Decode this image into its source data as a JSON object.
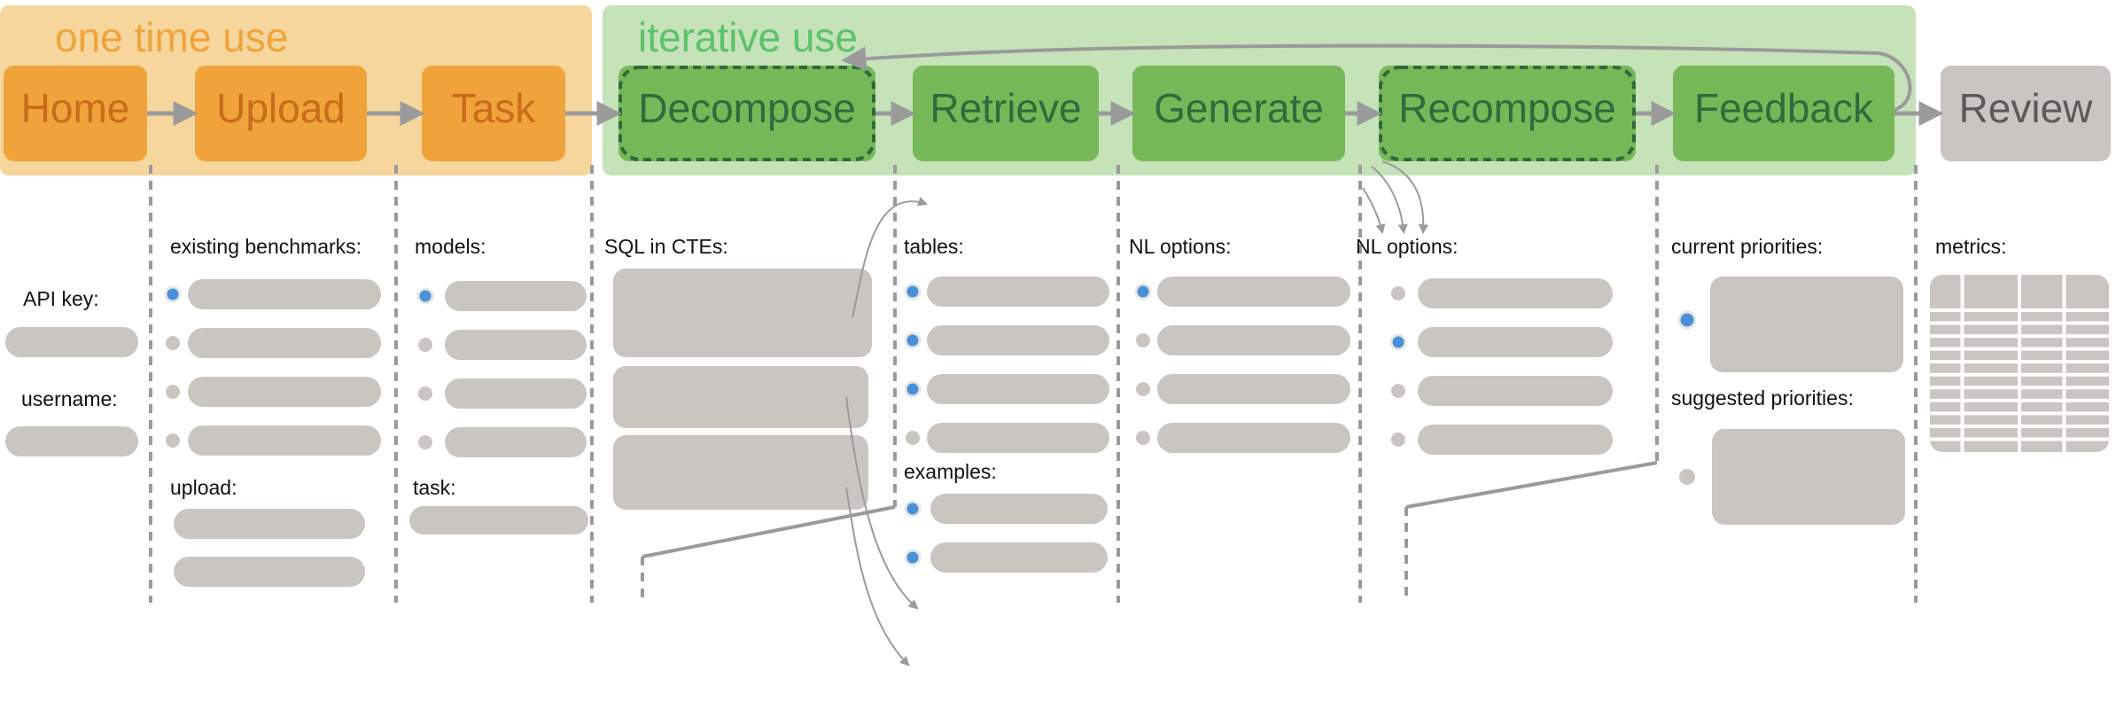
{
  "groups": {
    "one_time": {
      "label": "one time use",
      "color": "#F0A33A"
    },
    "iterative": {
      "label": "iterative use",
      "color": "#5CC26A"
    }
  },
  "steps": [
    {
      "id": "home",
      "label": "Home",
      "kind": "one-time"
    },
    {
      "id": "upload",
      "label": "Upload",
      "kind": "one-time"
    },
    {
      "id": "task",
      "label": "Task",
      "kind": "one-time"
    },
    {
      "id": "decompose",
      "label": "Decompose",
      "kind": "iterative",
      "highlighted": true
    },
    {
      "id": "retrieve",
      "label": "Retrieve",
      "kind": "iterative"
    },
    {
      "id": "generate",
      "label": "Generate",
      "kind": "iterative"
    },
    {
      "id": "recompose",
      "label": "Recompose",
      "kind": "iterative",
      "highlighted": true
    },
    {
      "id": "feedback",
      "label": "Feedback",
      "kind": "iterative"
    },
    {
      "id": "review",
      "label": "Review",
      "kind": "final"
    }
  ],
  "columns": {
    "home": {
      "api_key_label": "API key:",
      "username_label": "username:"
    },
    "upload": {
      "benchmarks_label": "existing benchmarks:",
      "benchmark_options": 4,
      "benchmark_selected": 0,
      "upload_label": "upload:"
    },
    "task": {
      "models_label": "models:",
      "model_options": 4,
      "model_selected": 0,
      "task_label": "task:"
    },
    "decompose": {
      "ctes_label": "SQL in CTEs:",
      "cte_blocks": 3
    },
    "retrieve": {
      "tables_label": "tables:",
      "table_options": 4,
      "tables_selected": [
        0,
        1,
        2
      ],
      "examples_label": "examples:",
      "example_options": 2,
      "examples_selected": [
        0,
        1
      ]
    },
    "generate": {
      "nl_label": "NL options:",
      "nl_options_count": 4,
      "nl_selected": 0
    },
    "recompose": {
      "nl_label": "NL options:",
      "nl_options_count": 4,
      "nl_selected": 1
    },
    "feedback": {
      "current_label": "current priorities:",
      "suggested_label": "suggested priorities:",
      "current_selected": true,
      "suggested_selected": false
    },
    "review": {
      "metrics_label": "metrics:",
      "metrics_table_columns": 4,
      "metrics_table_rows": 11
    }
  },
  "colors": {
    "orange_fill": "#F0A33A",
    "orange_light": "#F7D69E",
    "orange_text": "#C96A1C",
    "green_fill": "#76B857",
    "green_light": "#C5E2B8",
    "green_text": "#2F6B3C",
    "gray_box": "#C9C6C1",
    "gray_text": "#5A5A5A",
    "arrow": "#9A9A9A",
    "radio_on": "#4A90D9",
    "dashed_highlight": "#2E6A3A"
  }
}
